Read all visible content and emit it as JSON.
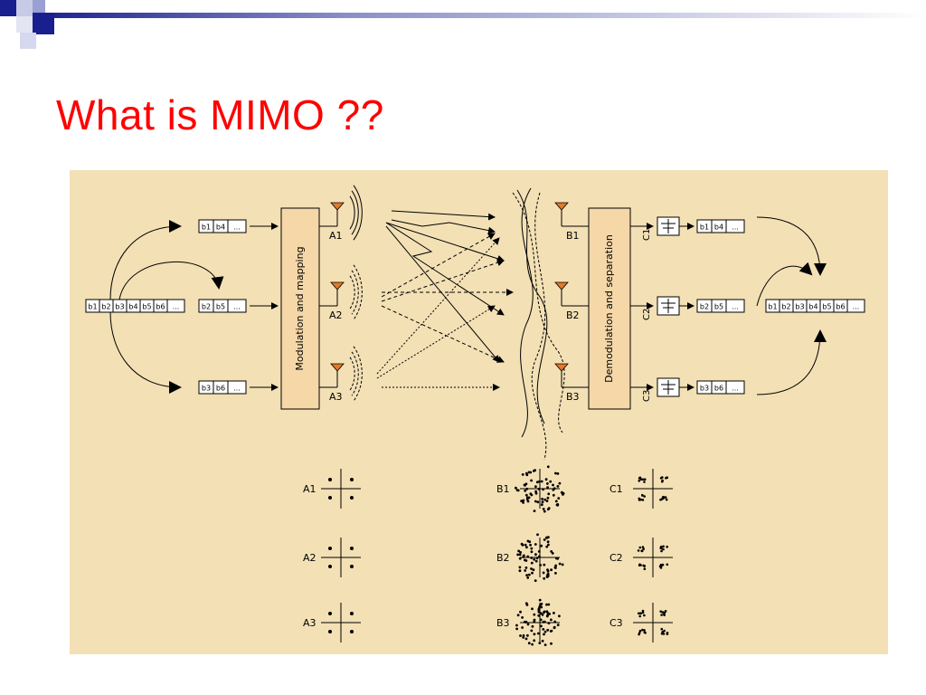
{
  "slide": {
    "title": "What is MIMO ??",
    "title_color": "#ff0000",
    "panel_color": "#f3e0b5",
    "block_color": "#f5d7a8",
    "antenna_color": "#e07a2a"
  },
  "diagram": {
    "input_stream": [
      "b1",
      "b2",
      "b3",
      "b4",
      "b5",
      "b6",
      "..."
    ],
    "tx_substreams": [
      [
        "b1",
        "b4",
        "..."
      ],
      [
        "b2",
        "b5",
        "..."
      ],
      [
        "b3",
        "b6",
        "..."
      ]
    ],
    "modulation_block": "Modulation and mapping",
    "tx_antennas": [
      "A1",
      "A2",
      "A3"
    ],
    "rx_antennas": [
      "B1",
      "B2",
      "B3"
    ],
    "demod_block": "Demodulation and separation",
    "rx_outputs": [
      "C1",
      "C2",
      "C3"
    ],
    "rx_substreams": [
      [
        "b1",
        "b4",
        "..."
      ],
      [
        "b2",
        "b5",
        "..."
      ],
      [
        "b3",
        "b6",
        "..."
      ]
    ],
    "output_stream": [
      "b1",
      "b2",
      "b3",
      "b4",
      "b5",
      "b6",
      "..."
    ]
  },
  "constellations": {
    "tx": [
      "A1",
      "A2",
      "A3"
    ],
    "rx": [
      "B1",
      "B2",
      "B3"
    ],
    "out": [
      "C1",
      "C2",
      "C3"
    ]
  }
}
